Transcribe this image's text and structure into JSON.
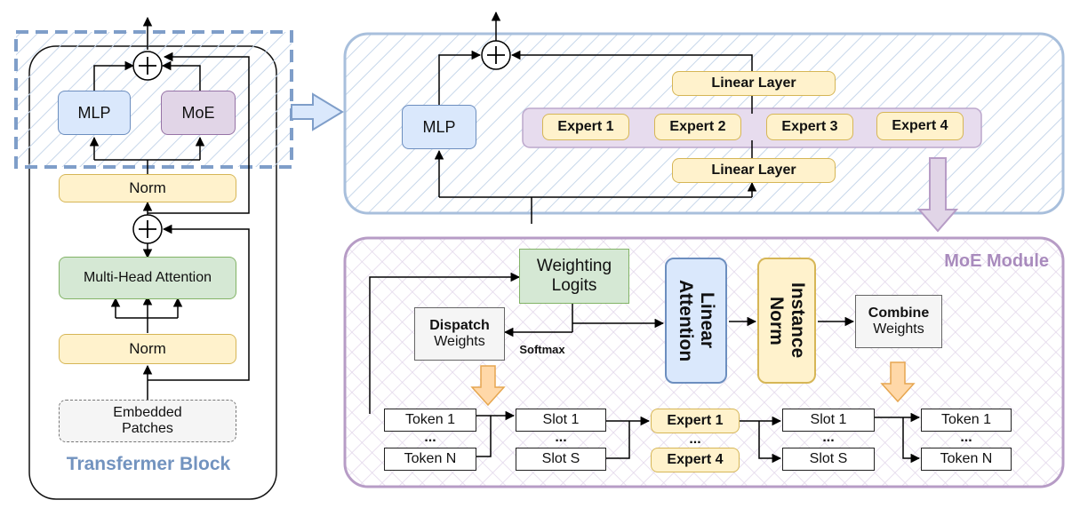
{
  "left_block": {
    "title": "Transfermer Block",
    "mlp": "MLP",
    "moe": "MoE",
    "norm_top": "Norm",
    "attention": "Multi-Head Attention",
    "norm_bottom": "Norm",
    "embedded": "Embedded Patches"
  },
  "top_panel": {
    "mlp": "MLP",
    "linear_top": "Linear Layer",
    "linear_bottom": "Linear Layer",
    "experts": [
      "Expert 1",
      "Expert 2",
      "Expert 3",
      "Expert 4"
    ]
  },
  "moe_module": {
    "title": "MoE Module",
    "weighting_logits": "Weighting Logits",
    "dispatch_bold": "Dispatch",
    "dispatch_rest": "Weights",
    "softmax": "Softmax",
    "linear_attention": "Linear Attention",
    "instance_norm": "Instance Norm",
    "combine_bold": "Combine",
    "combine_rest": "Weights",
    "tokens_in": [
      "Token 1",
      "Token N"
    ],
    "slots_in": [
      "Slot 1",
      "Slot S"
    ],
    "experts": [
      "Expert 1",
      "Expert 4"
    ],
    "slots_out": [
      "Slot 1",
      "Slot S"
    ],
    "tokens_out": [
      "Token 1",
      "Token N"
    ],
    "ellipsis": "..."
  },
  "colors": {
    "blue_panel": "#6c8ebf",
    "purple_panel": "#b79cc6",
    "yellow": "#fff2cc",
    "orange_arrow": "#ffd8a8"
  }
}
